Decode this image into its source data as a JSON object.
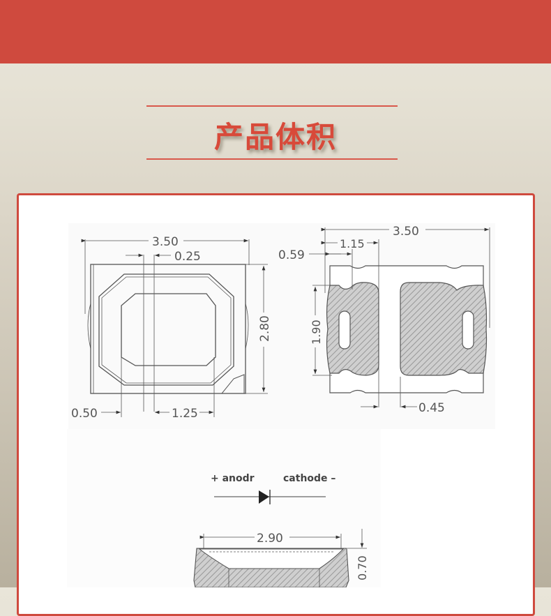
{
  "header": {
    "band_color": "#cf4a3e"
  },
  "section": {
    "title": "产品体积",
    "accent_color": "#d84a3a"
  },
  "drawing": {
    "top_view": {
      "width_label": "3.50",
      "offset_label": "0.25",
      "height_label": "2.80",
      "left_margin_label": "0.50",
      "inner_width_label": "1.25"
    },
    "bottom_view": {
      "width_label": "3.50",
      "pad_width_label": "1.15",
      "pad_inset_label": "0.59",
      "pad_height_label": "1.90",
      "gap_label": "0.45"
    },
    "polarity": {
      "anode_label": "+ anodr",
      "cathode_label": "cathode –"
    },
    "side_view": {
      "width_label": "2.90",
      "height_label": "0.70"
    }
  }
}
